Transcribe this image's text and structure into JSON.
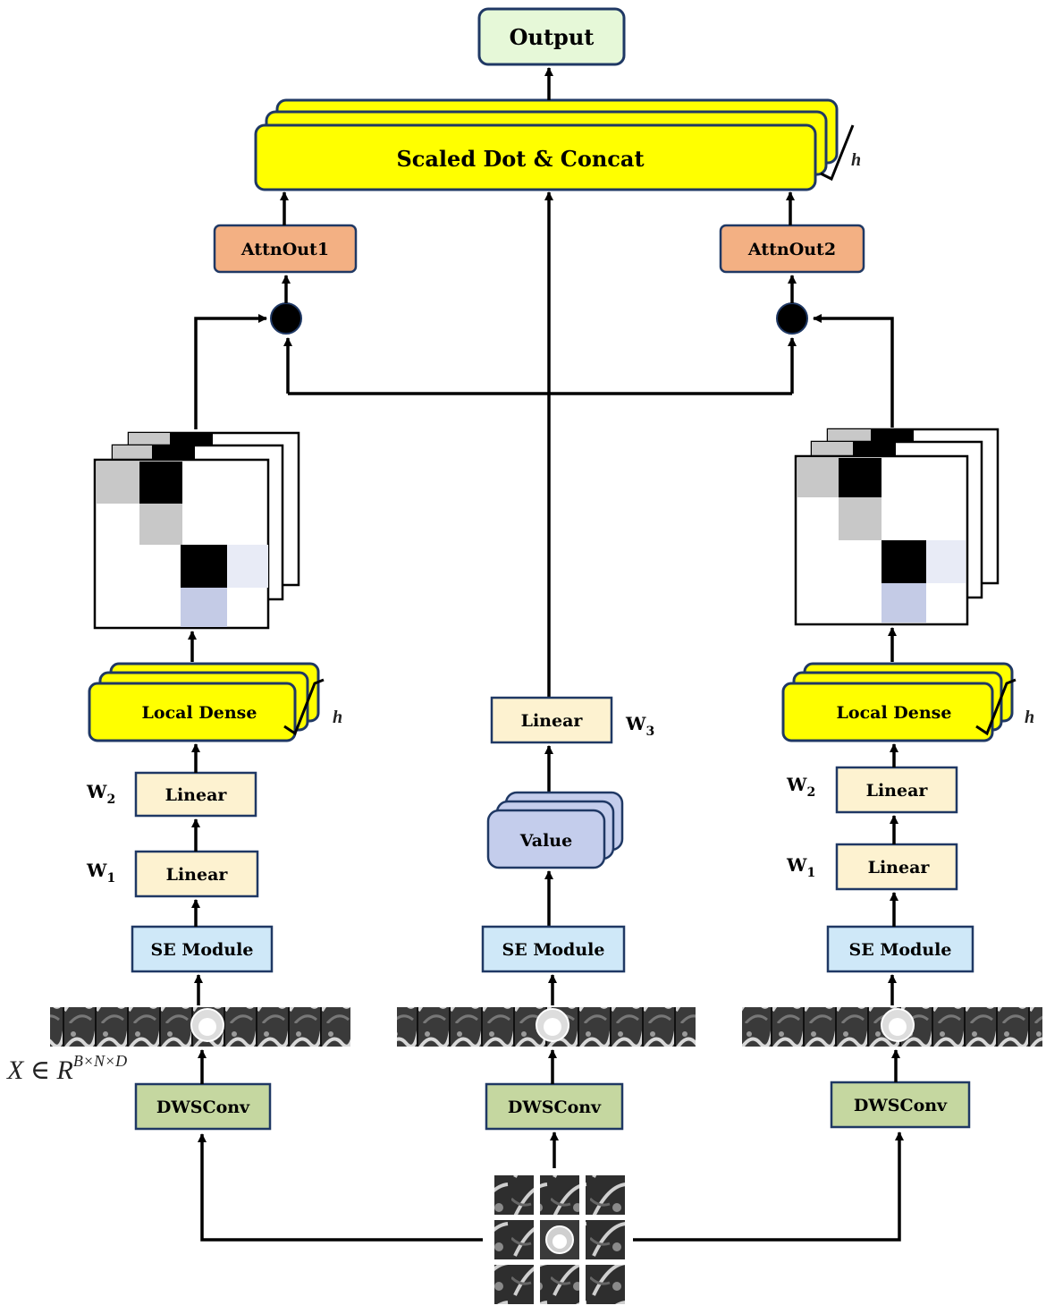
{
  "output_label": "Output",
  "scaled_dot_label": "Scaled Dot & Concat",
  "heads_label": "h",
  "attn_out_1": "AttnOut1",
  "attn_out_2": "AttnOut2",
  "local_dense_label": "Local Dense",
  "linear_label": "Linear",
  "value_label": "Value",
  "se_module_label": "SE Module",
  "dwsconv_label": "DWSConv",
  "weight_w": "W",
  "weight_1_sub": "1",
  "weight_2_sub": "2",
  "weight_3_sub": "3",
  "input_formula": "X ∈ R",
  "input_formula_sup": "B×N×D",
  "colors": {
    "output_fill": "#e6f8d8",
    "yellow_fill": "#ffff00",
    "attn_fill": "#f3b083",
    "linear_fill": "#fdf2d0",
    "value_fill": "#c4cdec",
    "se_fill": "#cfe8f8",
    "dwsconv_fill": "#c5d7a0",
    "border": "#1f3864"
  }
}
